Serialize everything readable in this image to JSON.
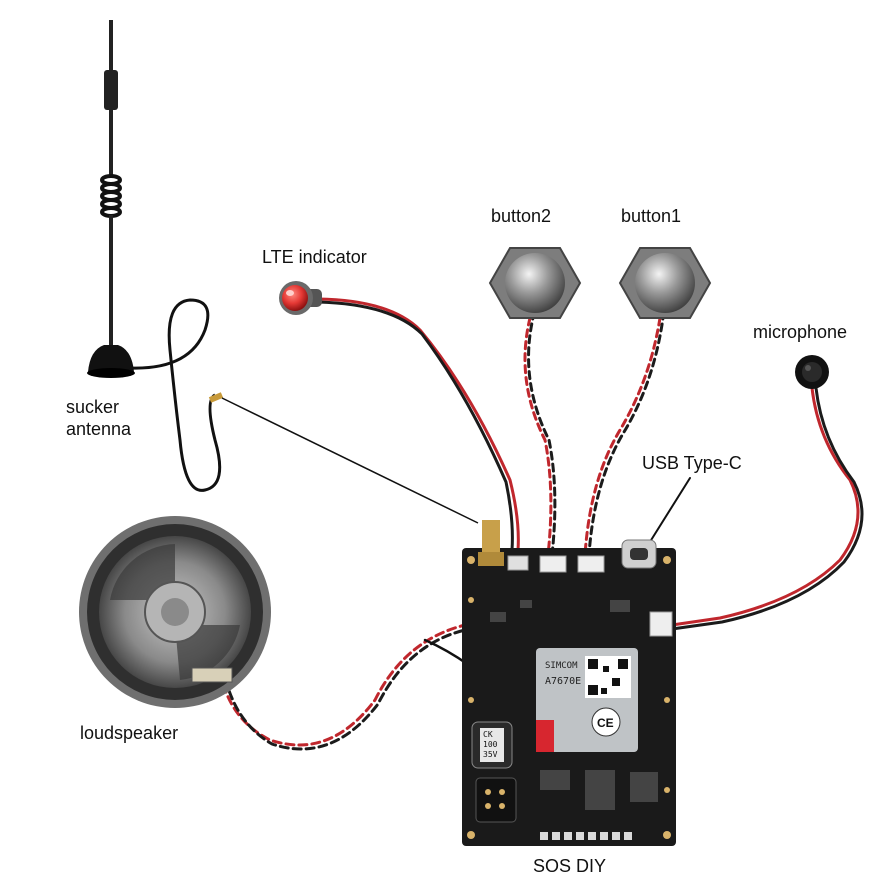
{
  "labels": {
    "antenna": [
      "sucker",
      "antenna"
    ],
    "lte_indicator": "LTE indicator",
    "button2": "button2",
    "button1": "button1",
    "microphone": "microphone",
    "usb": "USB Type-C",
    "loudspeaker": "loudspeaker",
    "board": "SOS DIY"
  },
  "module": {
    "brand": "SIMCOM",
    "model": "A7670E",
    "ce_mark": "CE"
  },
  "capacitor": {
    "line1": "CK",
    "line2": "100",
    "line3": "35V"
  },
  "colors": {
    "board": "#1a1a1a",
    "wire_red": "#c0272d",
    "wire_black": "#1b1b1b",
    "led": "#e53935",
    "button_metal": "#9e9e9e",
    "module": "#bfc3c6",
    "module_band": "#d7262f"
  }
}
